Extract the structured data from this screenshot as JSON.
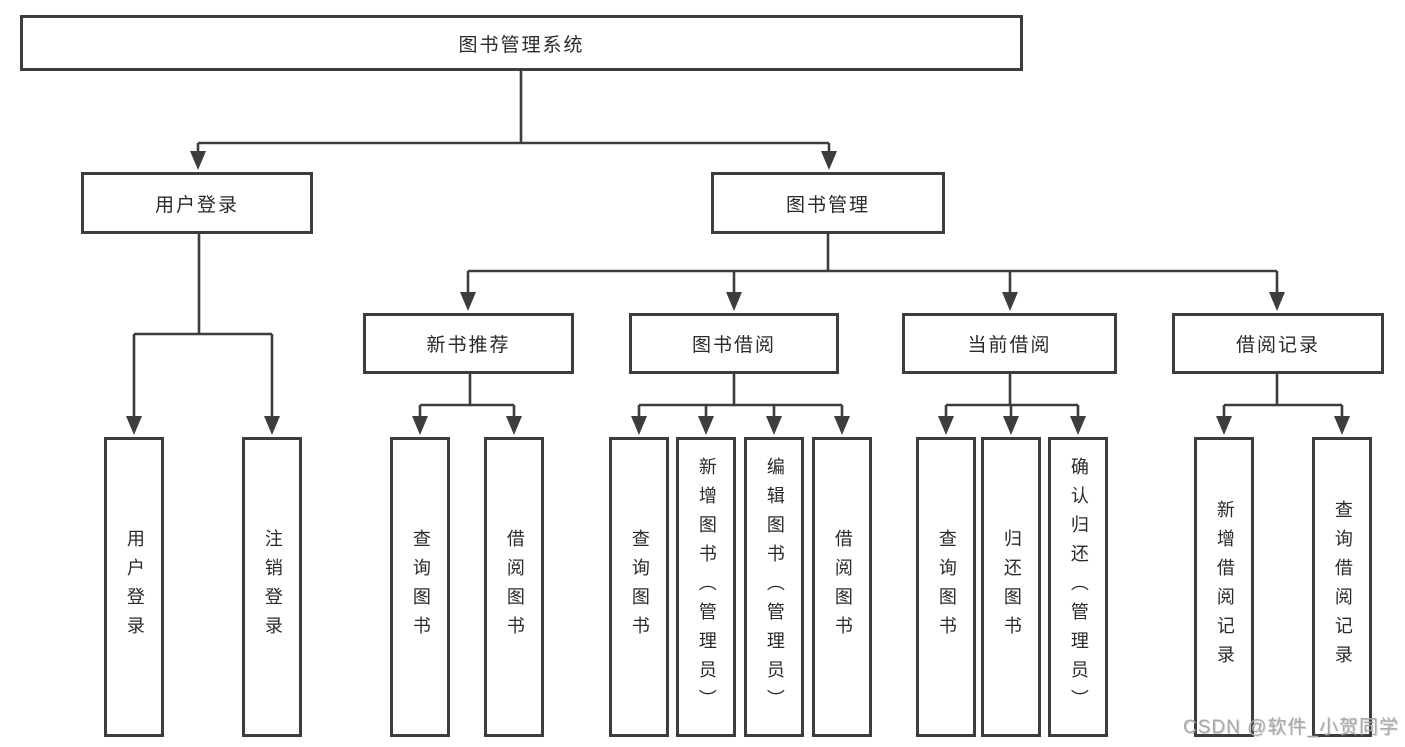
{
  "tree": {
    "label": "图书管理系统",
    "children": [
      {
        "label": "用户登录",
        "children": [
          {
            "label": "用户登录"
          },
          {
            "label": "注销登录"
          }
        ]
      },
      {
        "label": "图书管理",
        "children": [
          {
            "label": "新书推荐",
            "children": [
              {
                "label": "查询图书"
              },
              {
                "label": "借阅图书"
              }
            ]
          },
          {
            "label": "图书借阅",
            "children": [
              {
                "label": "查询图书"
              },
              {
                "label": "新增图书（管理员）"
              },
              {
                "label": "编辑图书（管理员）"
              },
              {
                "label": "借阅图书"
              }
            ]
          },
          {
            "label": "当前借阅",
            "children": [
              {
                "label": "查询图书"
              },
              {
                "label": "归还图书"
              },
              {
                "label": "确认归还（管理员）"
              }
            ]
          },
          {
            "label": "借阅记录",
            "children": [
              {
                "label": "新增借阅记录"
              },
              {
                "label": "查询借阅记录"
              }
            ]
          }
        ]
      }
    ]
  },
  "watermark": {
    "text": "CSDN @软件_小贺同学"
  },
  "colors": {
    "line": "#3d3d3d",
    "box_border": "#3d3d3d",
    "text": "#2a2a2a",
    "watermark": "#a9a9a9",
    "background": "#ffffff"
  }
}
